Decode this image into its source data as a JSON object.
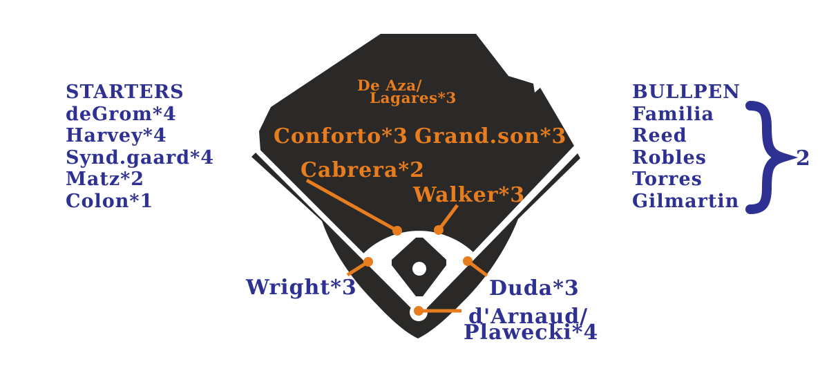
{
  "colors": {
    "blue": "#2e3192",
    "orange": "#e87d1f",
    "field_dark": "#2b2928",
    "background": "#ffffff"
  },
  "starters": {
    "title": "STARTERS",
    "items": [
      "deGrom*4",
      "Harvey*4",
      "Synd.gaard*4",
      "Matz*2",
      "Colon*1"
    ]
  },
  "bullpen": {
    "title": "BULLPEN",
    "items": [
      "Familia",
      "Reed",
      "Robles",
      "Torres",
      "Gilmartin"
    ],
    "brace_value": "2"
  },
  "positions": {
    "center_field": {
      "line1": "De Aza/",
      "line2": "Lagares*3"
    },
    "left_field": "Conforto*3",
    "right_field": "Grand.son*3",
    "shortstop": "Cabrera*2",
    "second_base": "Walker*3",
    "third_base": "Wright*3",
    "first_base": "Duda*3",
    "catcher": {
      "line1": "d'Arnaud/",
      "line2": "Plawecki*4"
    }
  }
}
